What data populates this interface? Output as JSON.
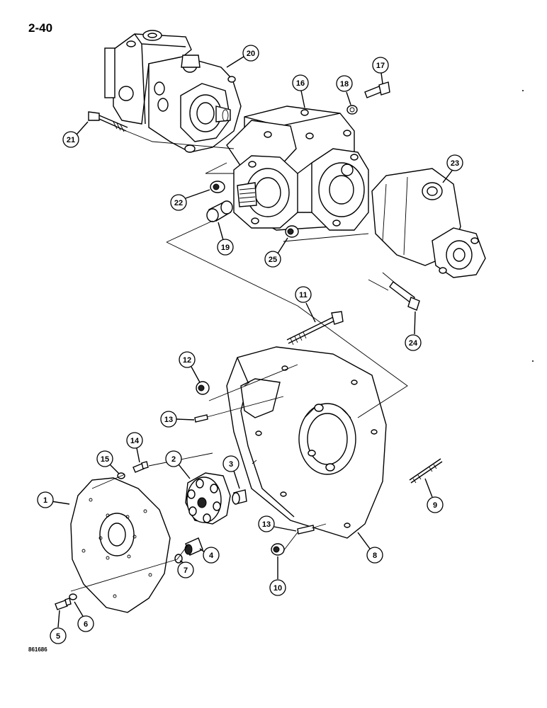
{
  "page_number": "2-40",
  "figure_code": "861686",
  "callouts": [
    "1",
    "2",
    "3",
    "4",
    "5",
    "6",
    "7",
    "8",
    "9",
    "10",
    "11",
    "12",
    "13",
    "13",
    "14",
    "15",
    "16",
    "17",
    "18",
    "19",
    "20",
    "21",
    "22",
    "23",
    "24",
    "25"
  ]
}
